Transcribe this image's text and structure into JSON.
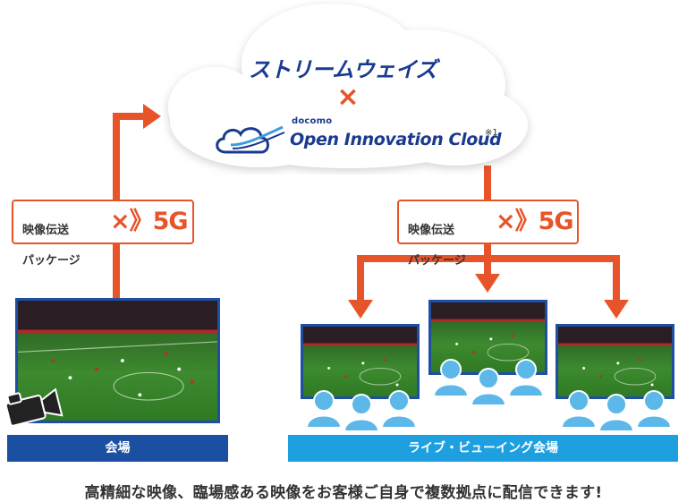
{
  "cloud": {
    "brand": "ストリームウェイズ",
    "times": "×",
    "docomo": "docomo",
    "service": "Open Innovation Cloud",
    "note": "※1"
  },
  "packages": [
    {
      "line1": "映像伝送",
      "line2": "パッケージ",
      "suffix": "×》5G"
    },
    {
      "line1": "映像伝送",
      "line2": "パッケージ",
      "suffix": "×》5G"
    }
  ],
  "bars": {
    "left": "会場",
    "right": "ライブ・ビューイング会場"
  },
  "caption": "高精細な映像、臨場感ある映像をお客様ご自身で複数拠点に配信できます!",
  "colors": {
    "arrow": "#e8542a",
    "venue_bar": "#1b4fa1",
    "live_bar": "#1e9fe0",
    "audience": "#5bb8e8",
    "brand": "#1a3a8f"
  },
  "icons": [
    "cloud-icon",
    "camera-icon",
    "audience-icon",
    "arrow-icon"
  ]
}
